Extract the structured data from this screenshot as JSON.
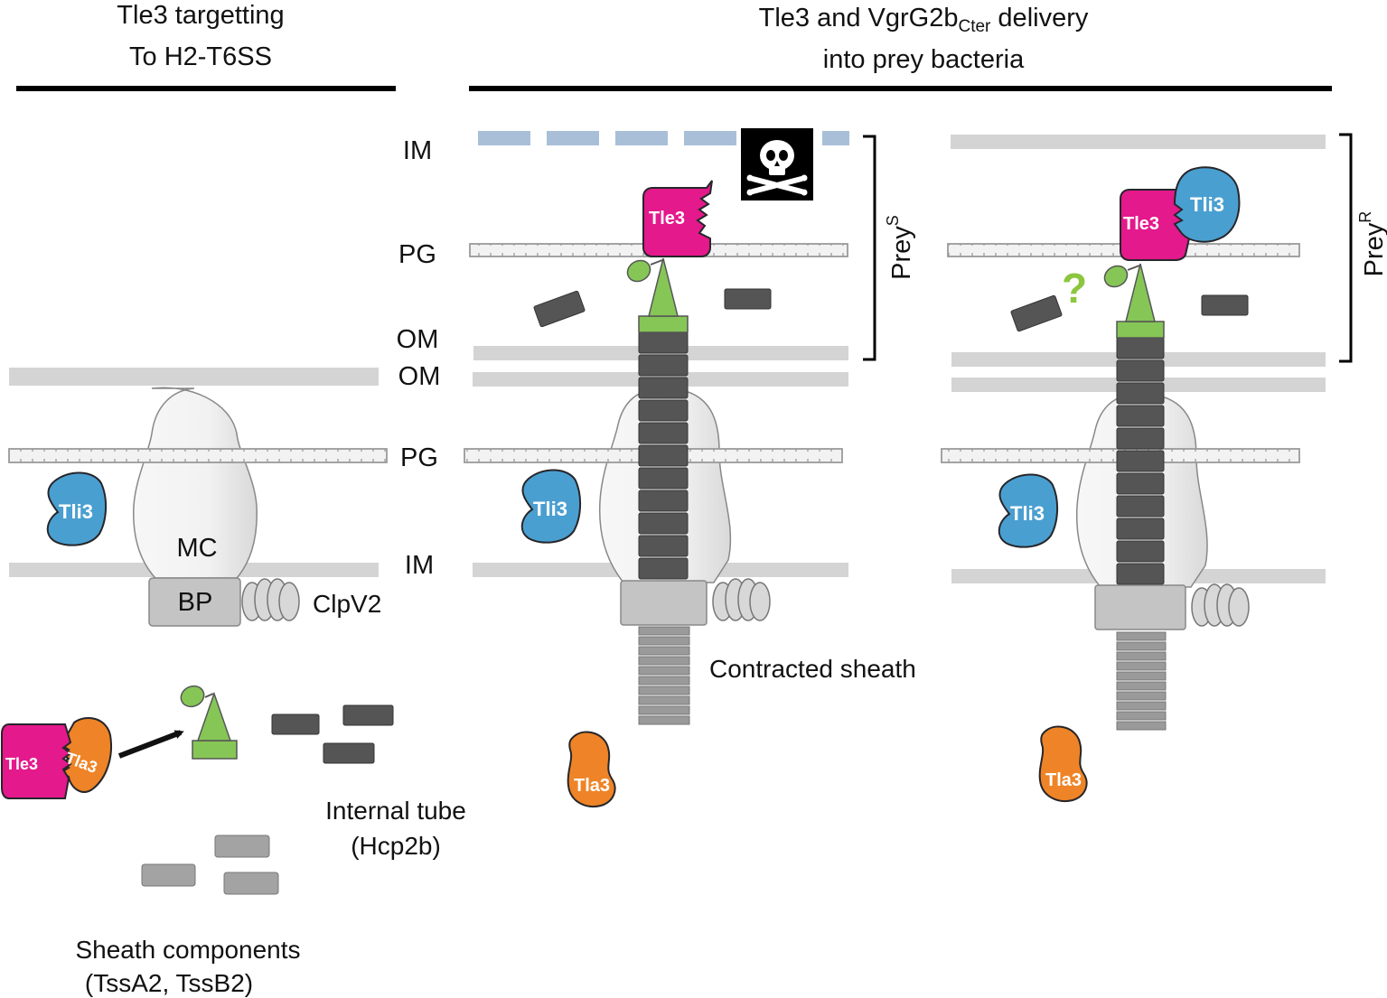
{
  "panels": {
    "left": {
      "title_line1": "Tle3 targetting",
      "title_line2": "To H2-T6SS"
    },
    "right": {
      "title_line1_a": "Tle3 and VgrG2b",
      "title_line1_sub": "Cter",
      "title_line1_b": " delivery",
      "title_line2": "into prey bacteria"
    }
  },
  "layer_labels": {
    "prey_im": "IM",
    "prey_pg": "PG",
    "prey_om": "OM",
    "attacker_om": "OM",
    "attacker_pg": "PG",
    "attacker_im": "IM"
  },
  "component_labels": {
    "mc": "MC",
    "bp": "BP",
    "clpv2": "ClpV2",
    "contracted_sheath": "Contracted sheath",
    "internal_tube_line1": "Internal tube",
    "internal_tube_line2": "(Hcp2b)",
    "sheath_components_line1": "Sheath components",
    "sheath_components_line2": "(TssA2, TssB2)"
  },
  "proteins": {
    "tle3": "Tle3",
    "tla3": "Tla3",
    "tli3": "Tli3"
  },
  "prey_states": {
    "sensitive_base": "Prey",
    "sensitive_sup": "S",
    "resistant_base": "Prey",
    "resistant_sup": "R"
  },
  "question_mark": "?",
  "icons": [
    "skull-crossbones-icon",
    "arrow-icon"
  ],
  "colors": {
    "membrane": "#d4d4d4",
    "prey_im_damaged": "#a9bfd8",
    "tle3": "#e3198c",
    "tla3": "#ee8427",
    "tli3": "#4a9fd1",
    "vgrg_spike": "#86c657",
    "tube": "#555555",
    "contracted_sheath": "#9a9a9a",
    "baseplate": "#c4c4c4"
  }
}
